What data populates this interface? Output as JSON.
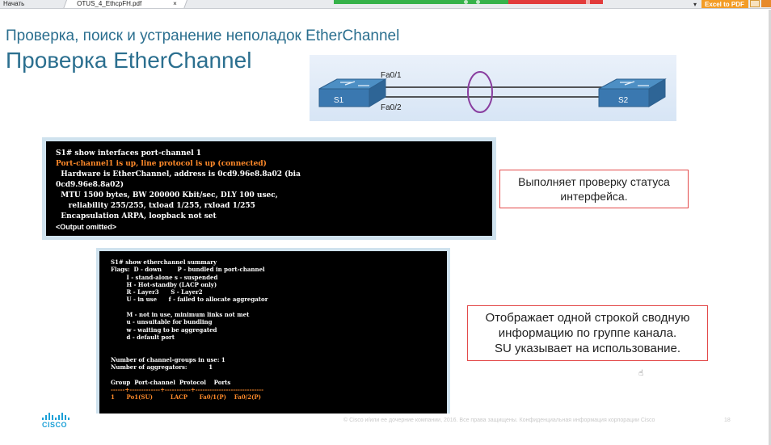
{
  "tabs": {
    "home_label": "Начать",
    "file_label": "OTUS_4_EthcpFH.pdf",
    "close_glyph": "×"
  },
  "toolbar": {
    "dropdown_glyph": "▾",
    "excel_badge": "Excel to PDF"
  },
  "slide": {
    "subtitle": "Проверка, поиск и устранение неполадок EtherChannel",
    "title": "Проверка EtherChannel"
  },
  "diagram": {
    "switch_left": "S1",
    "switch_right": "S2",
    "port_top": "Fa0/1",
    "port_bottom": "Fa0/2"
  },
  "terminal1": {
    "command": "S1# show interfaces port-channel 1",
    "status": "Port-channel1 is up, line protocol is up (connected)",
    "lines": [
      "  Hardware is EtherChannel, address is 0cd9.96e8.8a02 (bia",
      "0cd9.96e8.8a02)",
      "  MTU 1500 bytes, BW 200000 Kbit/sec, DLY 100 usec,",
      "     reliability 255/255, txload 1/255, rxload 1/255",
      "  Encapsulation ARPA, loopback not set"
    ],
    "omitted": "<Output omitted>"
  },
  "terminal2": {
    "lines": [
      "S1# show etherchannel summary",
      "Flags:  D - down        P - bundled in port-channel",
      "        I - stand-alone s - suspended",
      "        H - Hot-standby (LACP only)",
      "        R - Layer3      S - Layer2",
      "        U - in use      f - failed to allocate aggregator",
      "",
      "        M - not in use, minimum links not met",
      "        u - unsuitable for bundling",
      "        w - waiting to be aggregated",
      "        d - default port",
      "",
      "",
      "Number of channel-groups in use: 1",
      "Number of aggregators:           1",
      "",
      "Group  Port-channel  Protocol    Ports",
      "------+-------------+-----------+-----------------------------"
    ],
    "summary_row": "1      Po1(SU)         LACP      Fa0/1(P)    Fa0/2(P)"
  },
  "callouts": {
    "status_check": [
      "Выполняет проверку статуса",
      "интерфейса."
    ],
    "summary_info": [
      "Отображает одной строкой сводную",
      "информацию по группе канала.",
      "SU указывает на использование."
    ]
  },
  "footer": {
    "brand": "CISCO",
    "copyright": "© Cisco и/или ее дочерние компании, 2016. Все права защищены. Конфиденциальная информация корпорации Cisco",
    "page_number": "18"
  },
  "colors": {
    "title": "#2b6f8f",
    "terminal_highlight": "#ff8a2a",
    "callout_border": "#e34a4a",
    "cisco_blue": "#1ba0d7"
  }
}
